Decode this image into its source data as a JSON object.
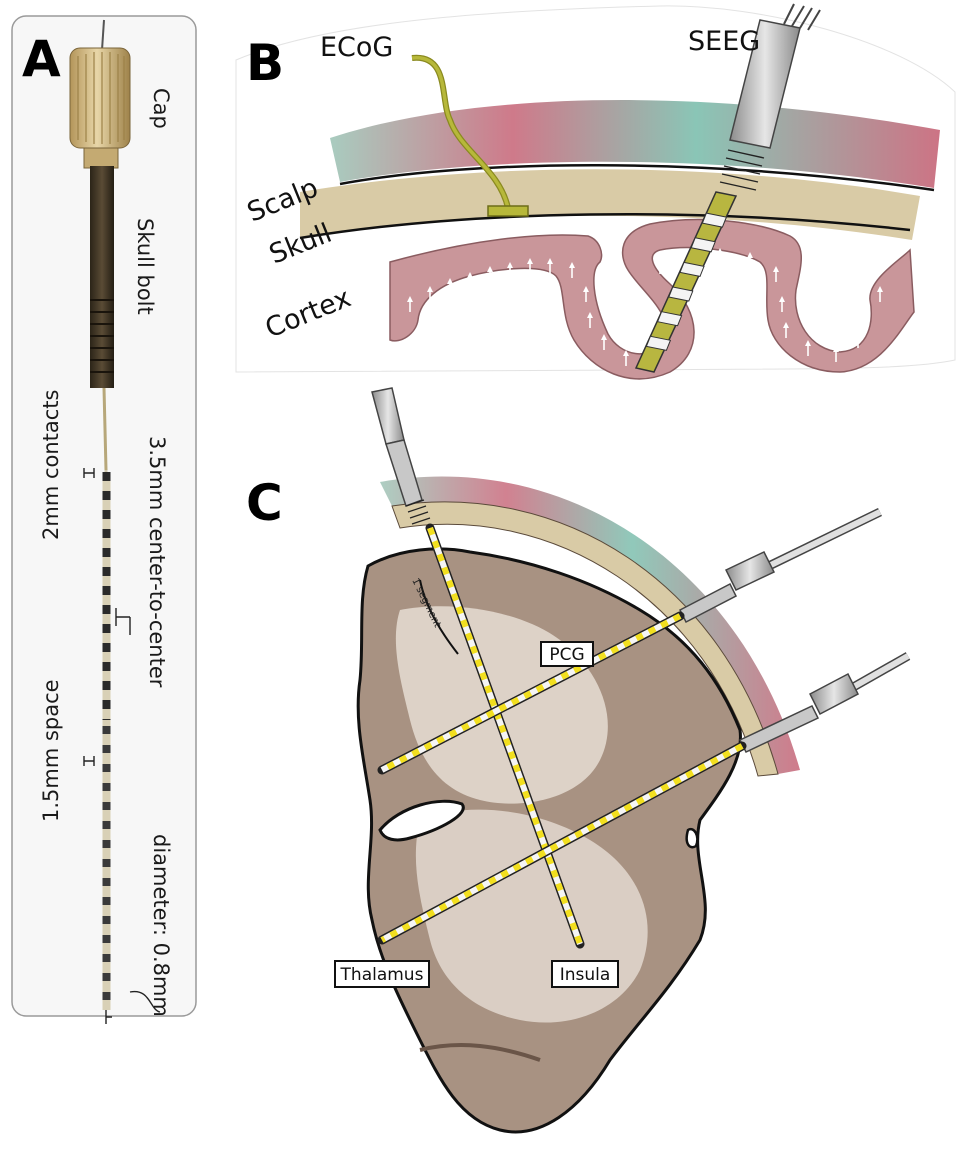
{
  "panels": {
    "a": "A",
    "b": "B",
    "c": "C"
  },
  "panel_a": {
    "cap": "Cap",
    "skull_bolt": "Skull bolt",
    "contacts": "2mm contacts",
    "center_to_center": "3.5mm center-to-center",
    "space": "1.5mm space",
    "diameter": "diameter: 0.8mm"
  },
  "panel_b": {
    "ecog": "ECoG",
    "seeg": "SEEG",
    "scalp": "Scalp",
    "skull": "Skull",
    "cortex": "Cortex"
  },
  "panel_c": {
    "segment": "1 segment",
    "pcg": "PCG",
    "thalamus": "Thalamus",
    "insula": "Insula"
  },
  "colors": {
    "scalp_pink": "#c9677a",
    "scalp_teal": "#7bbfb0",
    "skull_tan": "#d9cba6",
    "cortex_pink": "#c9969a",
    "brain_gray": "#a89282",
    "white_matter": "#e6ddd4",
    "contact_yellow": "#f2df1f",
    "ecog_green": "#b7b83a"
  }
}
